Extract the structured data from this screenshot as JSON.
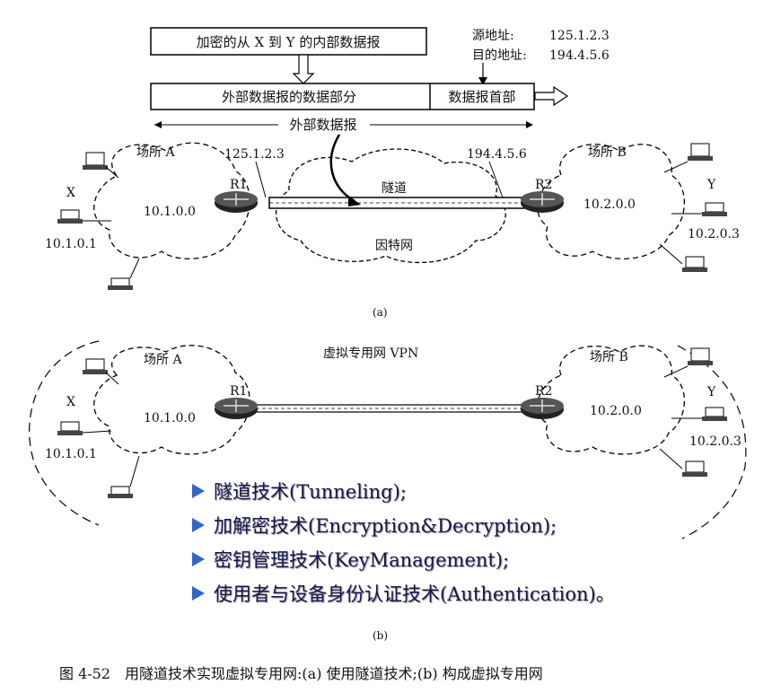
{
  "top_diagram": {
    "inner_box": "加密的从 X 到 Y 的内部数据报",
    "src_label": "源地址:",
    "src_addr": "125.1.2.3",
    "dst_label": "目的地址:",
    "dst_addr": "194.4.5.6",
    "outer_data": "外部数据报的数据部分",
    "outer_header": "数据报首部",
    "outer_span": "外部数据报",
    "site_a": "场所 A",
    "site_b": "场所 B",
    "r1_addr": "125.1.2.3",
    "r2_addr": "194.4.5.6",
    "tunnel": "隧道",
    "internet": "因特网",
    "net_a": "10.1.0.0",
    "net_b": "10.2.0.0",
    "host_x": "X",
    "host_x_addr": "10.1.0.1",
    "host_y": "Y",
    "host_y_addr": "10.2.0.3",
    "r1": "R1",
    "r2": "R2",
    "label": "(a)"
  },
  "bottom_diagram": {
    "site_a": "场所 A",
    "site_b": "场所 B",
    "vpn": "虚拟专用网 VPN",
    "net_a": "10.1.0.0",
    "net_b": "10.2.0.0",
    "host_x": "X",
    "host_x_addr": "10.1.0.1",
    "host_y": "Y",
    "host_y_addr": "10.2.0.3",
    "r1": "R1",
    "r2": "R2",
    "label": "(b)"
  },
  "bullets": [
    "隧道技术(Tunneling);",
    "加解密技术(Encryption&Decryption);",
    "密钥管理技术(KeyManagement);",
    "使用者与设备身份认证技术(Authentication)。"
  ],
  "caption": "图 4-52　用隧道技术实现虚拟专用网:(a) 使用隧道技术;(b) 构成虚拟专用网",
  "colors": {
    "bullet_arrow": "#2f66c8",
    "bullet_text": "#16174a"
  }
}
